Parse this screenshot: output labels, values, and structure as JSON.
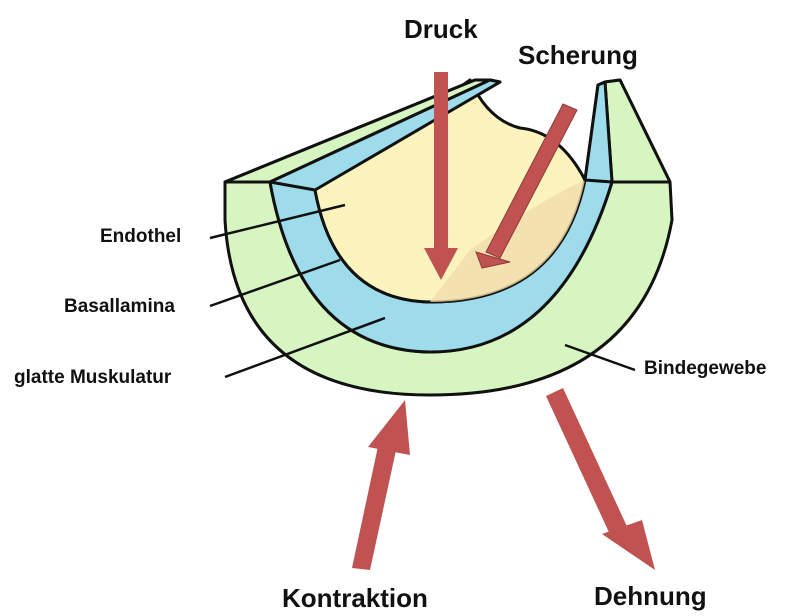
{
  "forces": {
    "druck": "Druck",
    "scherung": "Scherung",
    "kontraktion": "Kontraktion",
    "dehnung": "Dehnung"
  },
  "layers": {
    "endothel": "Endothel",
    "basallamina": "Basallamina",
    "glatte_muskulatur": "glatte Muskulatur",
    "bindegewebe": "Bindegewebe"
  },
  "colors": {
    "outer_layer": "#d7f5c1",
    "middle_layer": "#9edcec",
    "lumen": "#fdf4bd",
    "lumen_shadow": "#f0ddab",
    "outline": "#111111",
    "arrow": "#c05352"
  }
}
